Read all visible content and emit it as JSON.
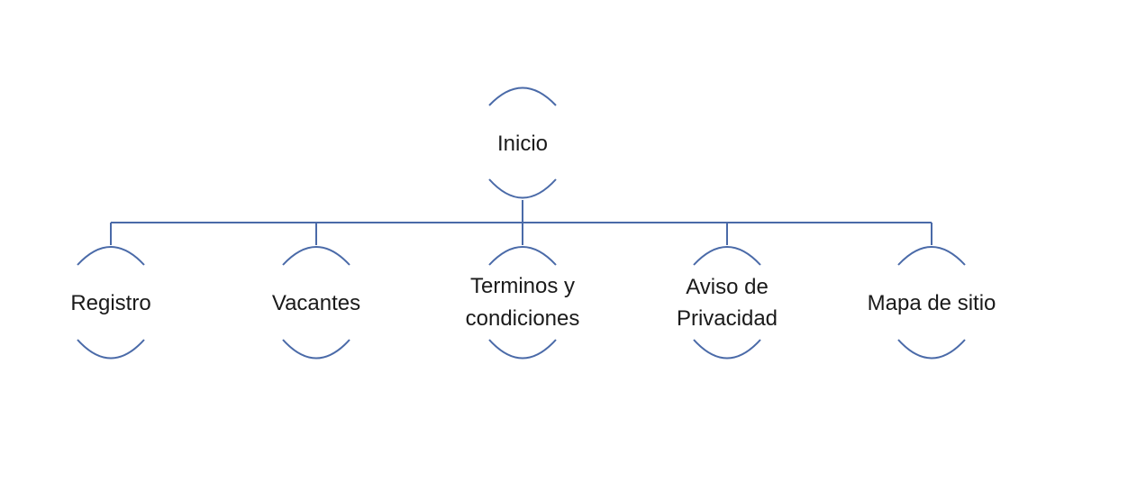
{
  "diagram": {
    "root": {
      "label": "Inicio"
    },
    "children": [
      {
        "lines": [
          "Registro"
        ]
      },
      {
        "lines": [
          "Vacantes"
        ]
      },
      {
        "lines": [
          "Terminos y",
          "condiciones"
        ]
      },
      {
        "lines": [
          "Aviso de",
          "Privacidad"
        ]
      },
      {
        "lines": [
          "Mapa de sitio"
        ]
      }
    ],
    "colors": {
      "line": "#4a6aa8",
      "text": "#1a1a1a",
      "background": "#ffffff"
    }
  }
}
